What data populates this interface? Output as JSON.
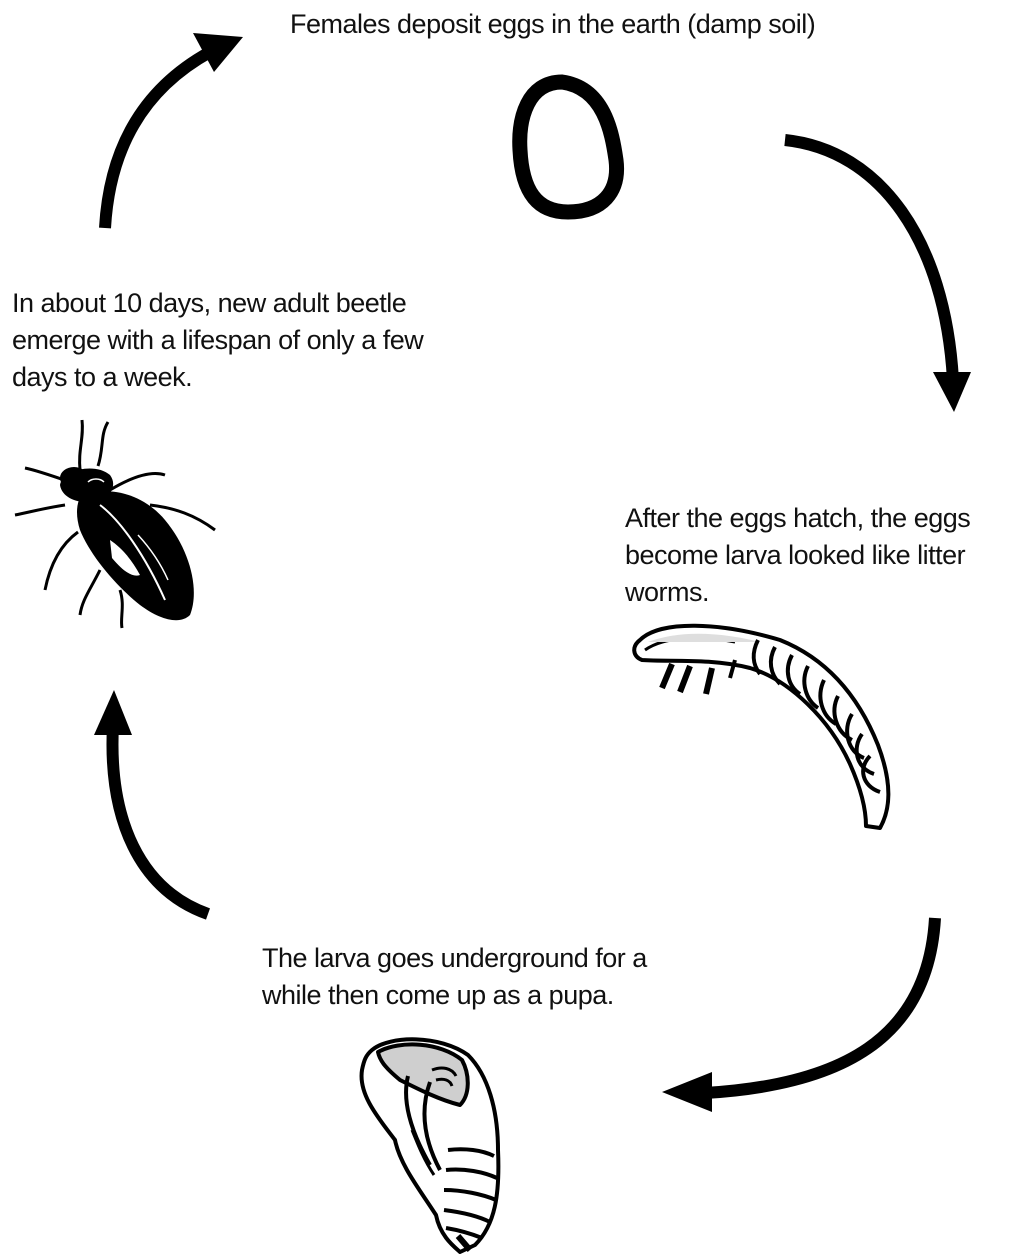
{
  "stages": {
    "eggs": {
      "lines": [
        "Females deposit eggs in the earth (damp soil)"
      ],
      "icon": "egg-icon"
    },
    "larva": {
      "lines": [
        "After the eggs hatch, the eggs",
        "become larva looked like litter",
        "worms."
      ],
      "icon": "larva-icon"
    },
    "pupa": {
      "lines": [
        "The larva goes underground for a",
        "while then come up as a pupa."
      ],
      "icon": "pupa-icon"
    },
    "adult": {
      "lines": [
        "In about 10 days, new adult beetle",
        "emerge with a lifespan of only a few",
        "days to a week."
      ],
      "icon": "beetle-icon"
    }
  },
  "colors": {
    "ink": "#000000",
    "text": "#111111",
    "pupa_shade": "#cfcfcf",
    "larva_shade": "#dedede"
  }
}
